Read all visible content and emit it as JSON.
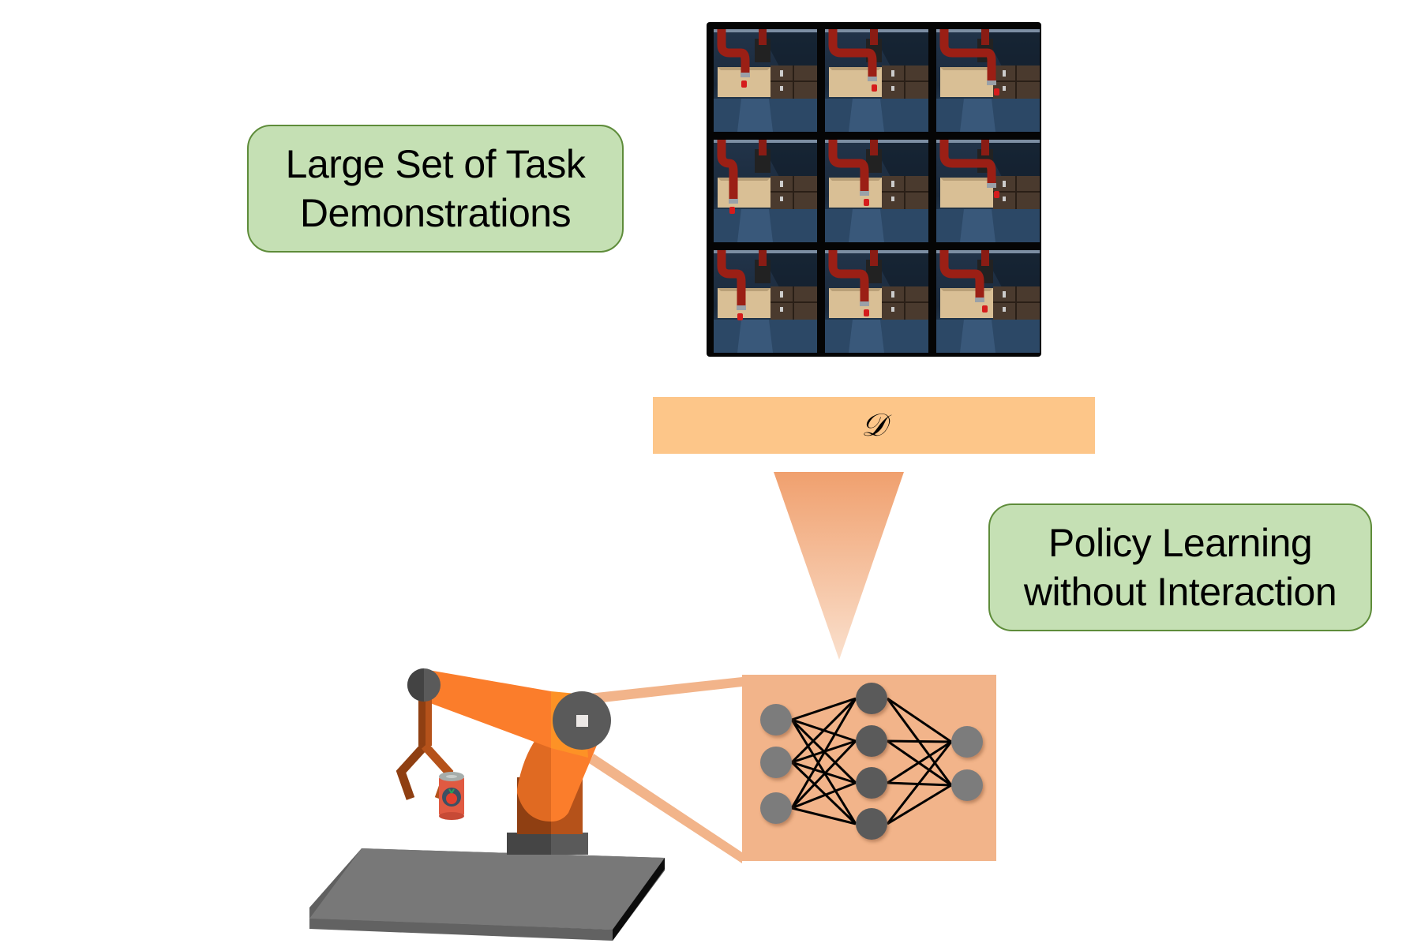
{
  "labels": {
    "demonstrations": {
      "line1": "Large Set of Task",
      "line2": "Demonstrations"
    },
    "policy": {
      "line1": "Policy Learning",
      "line2": "without Interaction"
    }
  },
  "dataset": {
    "symbol": "𝒟"
  },
  "demo_grid": {
    "rows": 3,
    "cols": 3,
    "frames": [
      {
        "arm": "reaching",
        "can": "in-bin"
      },
      {
        "arm": "grasping",
        "can": "tipped"
      },
      {
        "arm": "holding",
        "can": "in-gripper"
      },
      {
        "arm": "reaching-low",
        "can": "in-bin"
      },
      {
        "arm": "reaching",
        "can": "in-bin"
      },
      {
        "arm": "lifting",
        "can": "in-gripper"
      },
      {
        "arm": "reaching-low",
        "can": "in-bin"
      },
      {
        "arm": "grasping",
        "can": "in-gripper"
      },
      {
        "arm": "holding",
        "can": "in-gripper"
      }
    ]
  },
  "network": {
    "layers": [
      3,
      4,
      2
    ]
  },
  "icons": {
    "robot": "robot-arm-icon",
    "can": "tomato-can-icon",
    "network": "neural-network-icon",
    "funnel": "funnel-triangle-icon"
  },
  "colors": {
    "label_fill": "#c5e0b4",
    "label_border": "#5e8c3a",
    "dataset_fill": "#fdc689",
    "funnel_top": "#f0a06e",
    "funnel_bottom": "#f9dcc6",
    "network_fill": "#f2b48a",
    "robot_orange": "#fb7d2b",
    "robot_dark": "#b5521a",
    "joint_gray": "#5a5a5a",
    "table_gray": "#787878"
  }
}
